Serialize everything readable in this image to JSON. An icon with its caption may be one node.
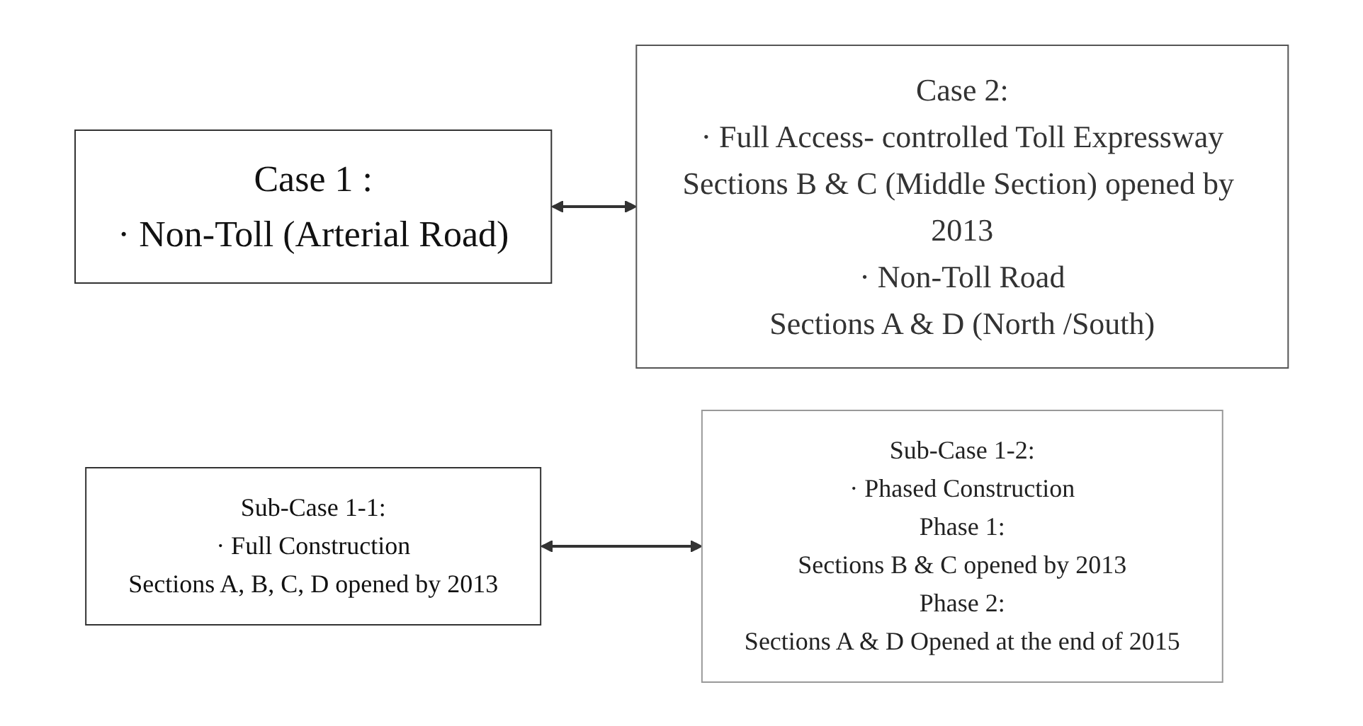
{
  "diagram": {
    "nodes": [
      {
        "text": [
          "Case 1 :",
          "· Non-Toll (Arterial Road)"
        ]
      },
      {
        "text": [
          "Sub-Case 1-1:",
          "· Full Construction",
          "Sections A, B, C, D opened by 2013"
        ]
      },
      {
        "text": [
          "Sub-Case 1-2:",
          "· Phased Construction",
          "Phase 1:",
          "Sections B & C opened by 2013",
          "Phase 2:",
          "Sections A & D Opened at the end of 2015"
        ]
      },
      {
        "text": [
          "Case 2:",
          "· Full Access- controlled Toll Expressway",
          "Sections B & C (Middle Section) opened by 2013",
          "· Non-Toll Road",
          "Sections A & D (North /South)"
        ]
      }
    ],
    "edges": [
      {
        "from": 0,
        "to": 3,
        "arrow": "both"
      },
      {
        "from": 1,
        "to": 2,
        "arrow": "both"
      }
    ]
  }
}
